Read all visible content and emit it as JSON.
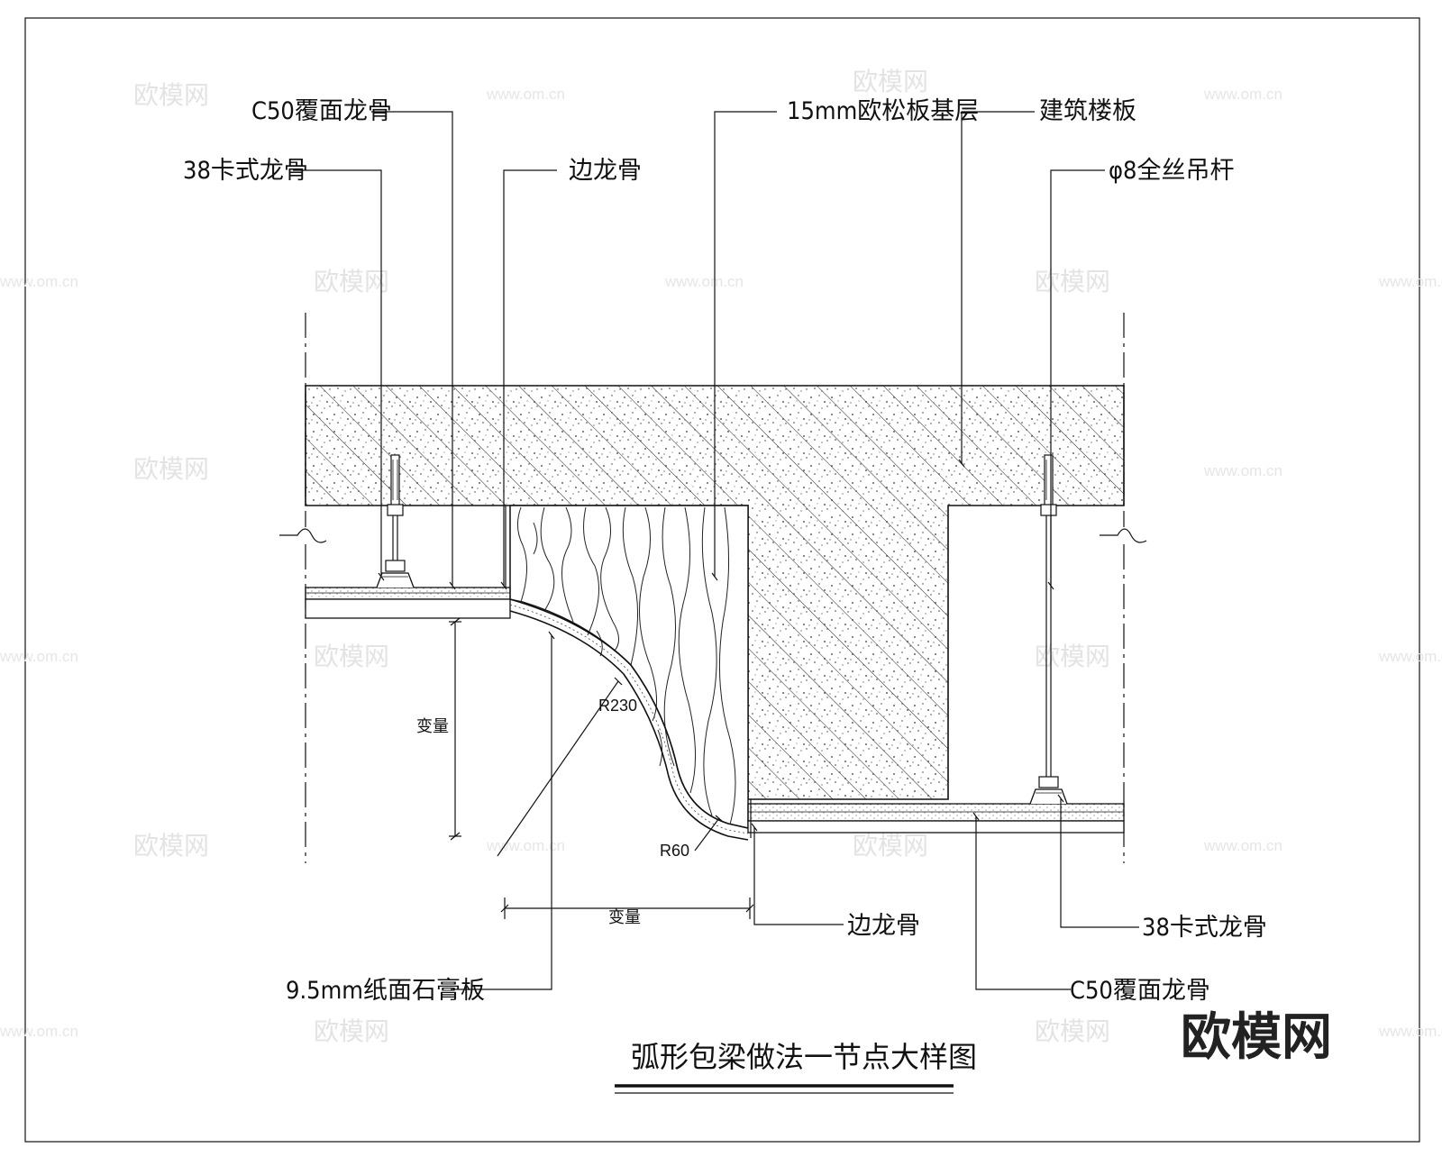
{
  "labels": {
    "c50_top": "C50覆面龙骨",
    "ka38_top": "38卡式龙骨",
    "edge_top": "边龙骨",
    "osb": "15mm欧松板基层",
    "slab": "建筑楼板",
    "rod": "φ8全丝吊杆",
    "r230": "R230",
    "r60": "R60",
    "var_v": "变量",
    "var_h": "变量",
    "edge_bottom": "边龙骨",
    "ka38_bottom": "38卡式龙骨",
    "c50_bottom": "C50覆面龙骨",
    "gypsum": "9.5mm纸面石膏板"
  },
  "title": "弧形包梁做法一节点大样图",
  "brand": "欧模网",
  "watermark": {
    "cn": "欧模网",
    "url": "www.om.cn"
  }
}
